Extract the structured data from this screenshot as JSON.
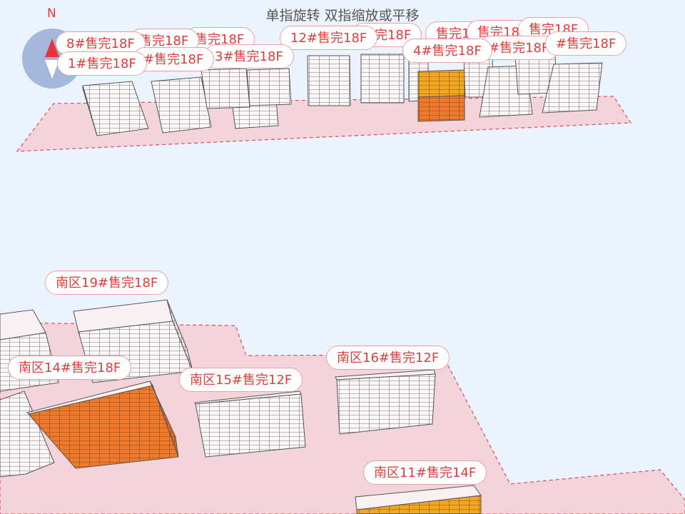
{
  "hint": "单指旋转 双指缩放或平移",
  "compass": {
    "north_label": "N"
  },
  "colors": {
    "sold": "#f07a2c",
    "partial": "#f3a623",
    "unsold": "#ffffff",
    "label_text": "#e03c3c"
  },
  "north_area": {
    "labels": [
      "8#售完18F",
      "1#售完18F",
      "售完18F",
      "#售完18F",
      "售完18F",
      "3#售完18F",
      "12#售完18F",
      "售完18F",
      "4#售完18F",
      "售完18F",
      "售完18F",
      "#售完18F",
      "售完18F",
      "#售完18F"
    ]
  },
  "south_area": {
    "labels": [
      "南区19#售完18F",
      "南区14#售完18F",
      "南区15#售完12F",
      "南区16#售完12F",
      "南区11#售完14F"
    ]
  }
}
